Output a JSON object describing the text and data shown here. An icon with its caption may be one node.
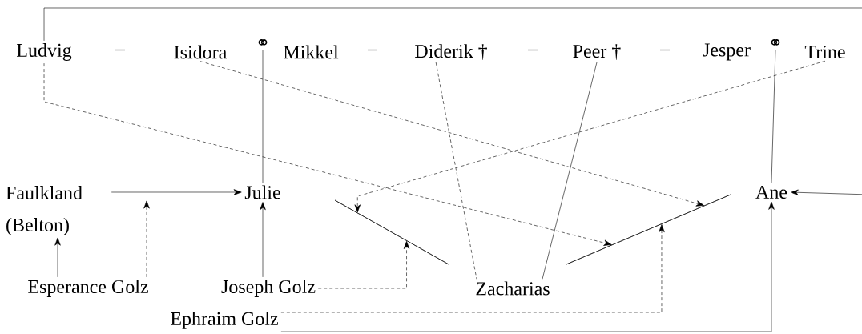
{
  "diagram": {
    "nodes": [
      {
        "text": [
          "Ludvig"
        ]
      },
      {
        "text": [
          "Isidora"
        ]
      },
      {
        "text": [
          "⚭"
        ]
      },
      {
        "text": [
          "Mikkel"
        ]
      },
      {
        "text": [
          "Diderik †"
        ]
      },
      {
        "text": [
          "Peer †"
        ]
      },
      {
        "text": [
          "Jesper"
        ]
      },
      {
        "text": [
          "⚭"
        ]
      },
      {
        "text": [
          "Trine"
        ]
      },
      {
        "text": [
          "Faulkland (Belton)"
        ]
      },
      {
        "text": [
          "Julie"
        ]
      },
      {
        "text": [],
        "shape": "line"
      },
      {
        "text": [],
        "shape": "line"
      },
      {
        "text": [
          "Ane"
        ]
      },
      {
        "text": [
          "Esperance Golz"
        ]
      },
      {
        "text": [
          "Joseph Golz"
        ]
      },
      {
        "text": [
          "Zacharias"
        ]
      },
      {
        "text": [
          "Ephraim Golz"
        ]
      }
    ],
    "edges": [
      {
        "from": 0,
        "to": 13,
        "arrow": "to"
      },
      {
        "from": 0,
        "to": 12,
        "arrow": "to",
        "style": "dashed"
      },
      {
        "from": 1,
        "to": 12,
        "arrow": "to",
        "style": "dashed"
      },
      {
        "from": 2,
        "to": 10,
        "arrow": "none"
      },
      {
        "from": 4,
        "to": 16,
        "arrow": "none",
        "style": "dashed"
      },
      {
        "from": 5,
        "to": 16,
        "arrow": "none"
      },
      {
        "from": 7,
        "to": 13,
        "arrow": "none"
      },
      {
        "from": 8,
        "to": 11,
        "arrow": "to",
        "style": "dashed"
      },
      {
        "from": 9,
        "to": 10,
        "arrow": "to"
      },
      {
        "from": 14,
        "to": 9,
        "arrow": "to"
      },
      {
        "from": 14,
        "to": null,
        "arrow": "to",
        "style": "dashed"
      },
      {
        "from": 15,
        "to": 10,
        "arrow": "to"
      },
      {
        "from": 15,
        "to": 11,
        "arrow": "to",
        "style": "dashed"
      },
      {
        "from": 17,
        "to": 12,
        "arrow": "to",
        "style": "dashed"
      },
      {
        "from": 17,
        "to": 13,
        "arrow": "to"
      }
    ],
    "labels": [
      "–",
      "–",
      "–",
      "–"
    ]
  }
}
